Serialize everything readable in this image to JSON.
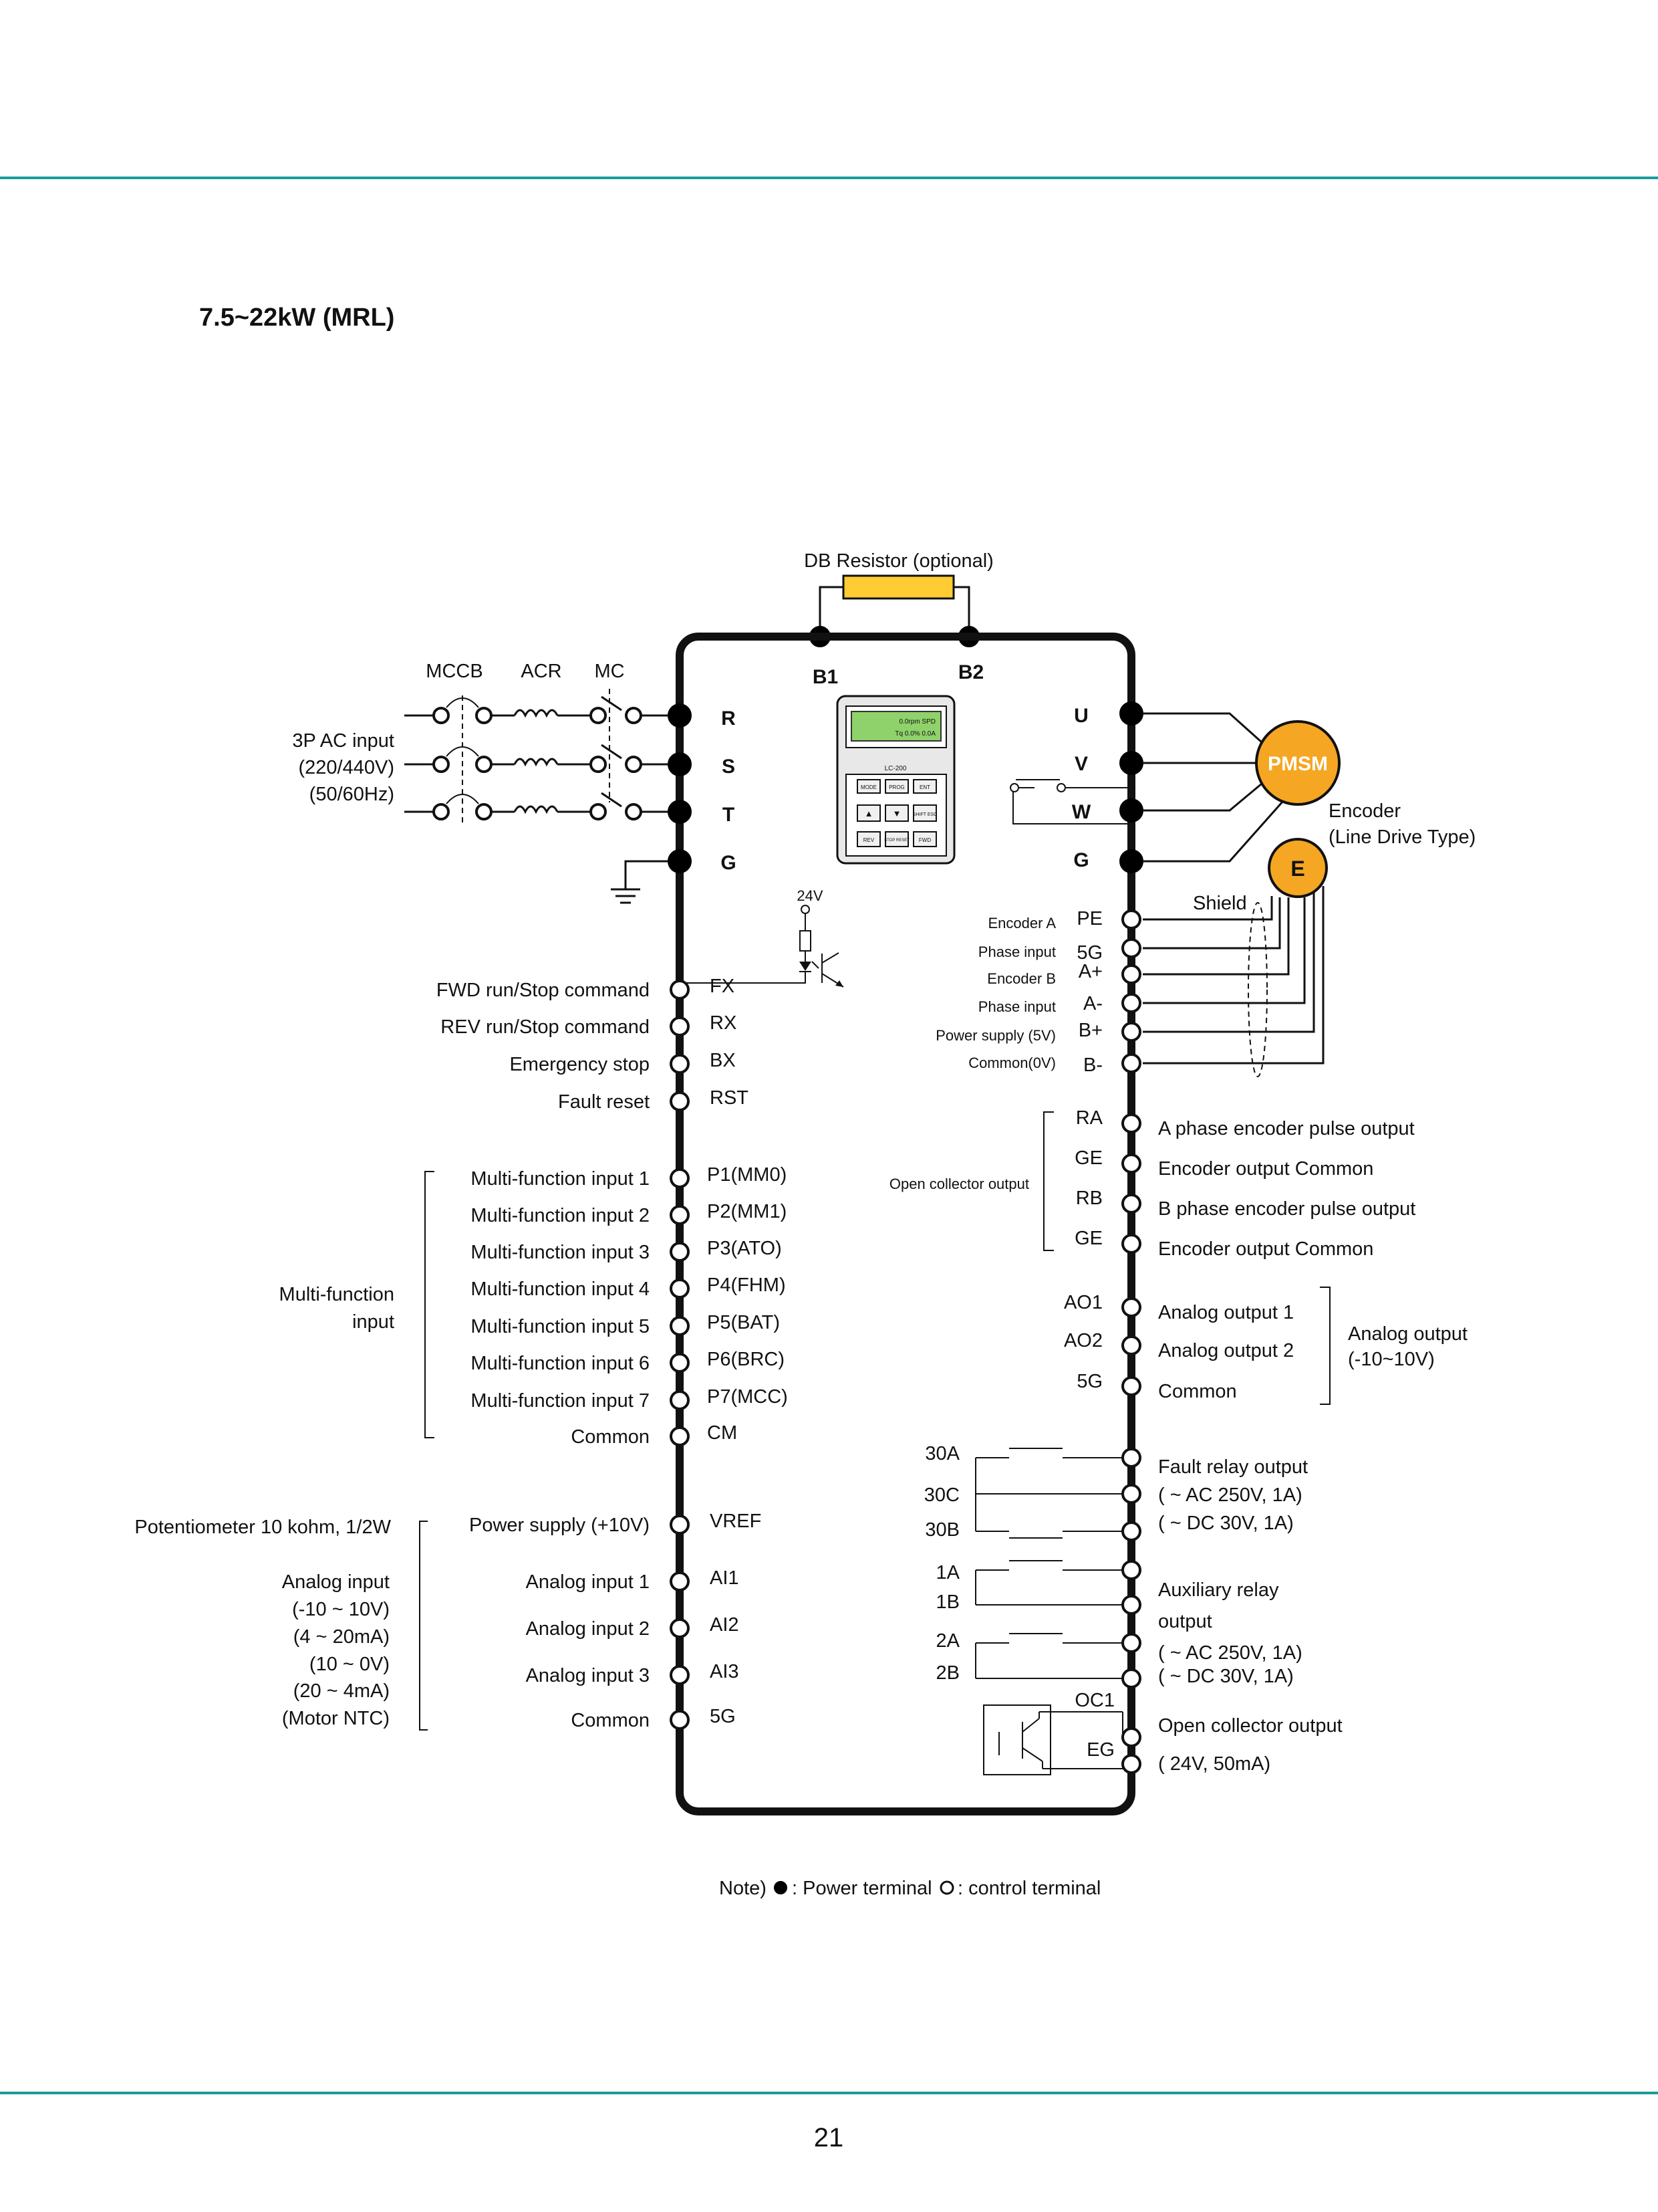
{
  "title": "7.5~22kW (MRL)",
  "page_number": "21",
  "colors": {
    "rule": "#1a9c9c",
    "motor": "#f5a623",
    "resistor": "#ffcc33",
    "lcd": "#8fd16a"
  },
  "db_resistor": {
    "label": "DB Resistor (optional)",
    "b1": "B1",
    "b2": "B2"
  },
  "input_side": {
    "mccb": "MCCB",
    "acr": "ACR",
    "mc": "MC",
    "ac_input": [
      "3P AC input",
      "(220/440V)",
      "(50/60Hz)"
    ],
    "terminals": [
      "R",
      "S",
      "T",
      "G"
    ]
  },
  "output_side": {
    "terminals": [
      "U",
      "V",
      "W",
      "G"
    ],
    "motor": "PMSM",
    "encoder": "E",
    "encoder_label": [
      "Encoder",
      "(Line Drive Type)"
    ],
    "shield": "Shield"
  },
  "keypad": {
    "model": "LC-200",
    "lcd_top": "0.0rpm   SPD",
    "lcd_bottom": "Tq   0.0%   0.0A",
    "keys": [
      "MODE",
      "PROG",
      "ENT",
      "▲",
      "▼",
      "SHIFT ESC",
      "REV",
      "STOP RESET",
      "FWD"
    ]
  },
  "left_controls": {
    "supply_24v": "24V",
    "run": [
      {
        "desc": "FWD run/Stop command",
        "term": "FX"
      },
      {
        "desc": "REV run/Stop command",
        "term": "RX"
      },
      {
        "desc": "Emergency stop",
        "term": "BX"
      },
      {
        "desc": "Fault reset",
        "term": "RST"
      }
    ],
    "mf_group": [
      "Multi-function",
      "input"
    ],
    "mf": [
      {
        "desc": "Multi-function input 1",
        "term": "P1(MM0)"
      },
      {
        "desc": "Multi-function input 2",
        "term": "P2(MM1)"
      },
      {
        "desc": "Multi-function input 3",
        "term": "P3(ATO)"
      },
      {
        "desc": "Multi-function input 4",
        "term": "P4(FHM)"
      },
      {
        "desc": "Multi-function input 5",
        "term": "P5(BAT)"
      },
      {
        "desc": "Multi-function input 6",
        "term": "P6(BRC)"
      },
      {
        "desc": "Multi-function input 7",
        "term": "P7(MCC)"
      },
      {
        "desc": "Common",
        "term": "CM"
      }
    ],
    "pot_label": "Potentiometer 10 kohm, 1/2W",
    "analog_group": [
      "Analog input",
      "(-10 ~ 10V)",
      "(4 ~ 20mA)",
      "(10 ~ 0V)",
      "(20 ~ 4mA)",
      "(Motor NTC)"
    ],
    "analog": [
      {
        "desc": "Power supply (+10V)",
        "term": "VREF"
      },
      {
        "desc": "Analog input 1",
        "term": "AI1"
      },
      {
        "desc": "Analog input 2",
        "term": "AI2"
      },
      {
        "desc": "Analog input 3",
        "term": "AI3"
      },
      {
        "desc": "Common",
        "term": "5G"
      }
    ]
  },
  "encoder_inputs": [
    {
      "desc": "Encoder A",
      "term": "PE"
    },
    {
      "desc": "Phase input",
      "term": "5G"
    },
    {
      "desc": "Encoder B",
      "term": "A+"
    },
    {
      "desc": "Phase input",
      "term": "A-"
    },
    {
      "desc": "Power supply (5V)",
      "term": "B+"
    },
    {
      "desc": "Common(0V)",
      "term": "B-"
    }
  ],
  "open_collector_label": "Open collector output",
  "pulse_outputs": [
    {
      "term": "RA",
      "desc": "A phase encoder pulse output"
    },
    {
      "term": "GE",
      "desc": "Encoder output Common"
    },
    {
      "term": "RB",
      "desc": "B phase encoder pulse output"
    },
    {
      "term": "GE",
      "desc": "Encoder output Common"
    }
  ],
  "analog_outputs": [
    {
      "term": "AO1",
      "desc": "Analog output 1"
    },
    {
      "term": "AO2",
      "desc": "Analog output 2"
    },
    {
      "term": "5G",
      "desc": "Common"
    }
  ],
  "analog_out_group": [
    "Analog output",
    "(-10~10V)"
  ],
  "relays": {
    "terms": [
      "30A",
      "30C",
      "30B",
      "1A",
      "1B",
      "2A",
      "2B",
      "OC1",
      "EG"
    ],
    "fault": [
      "Fault relay output",
      "( ~ AC 250V, 1A)",
      "( ~ DC 30V, 1A)"
    ],
    "aux": [
      "Auxiliary relay",
      "output",
      "( ~ AC 250V, 1A)",
      "( ~ DC 30V, 1A)"
    ],
    "oc": [
      "Open collector output",
      "( 24V, 50mA)"
    ]
  },
  "note": {
    "prefix": "Note)",
    "power": ": Power terminal",
    "control": ": control terminal"
  }
}
